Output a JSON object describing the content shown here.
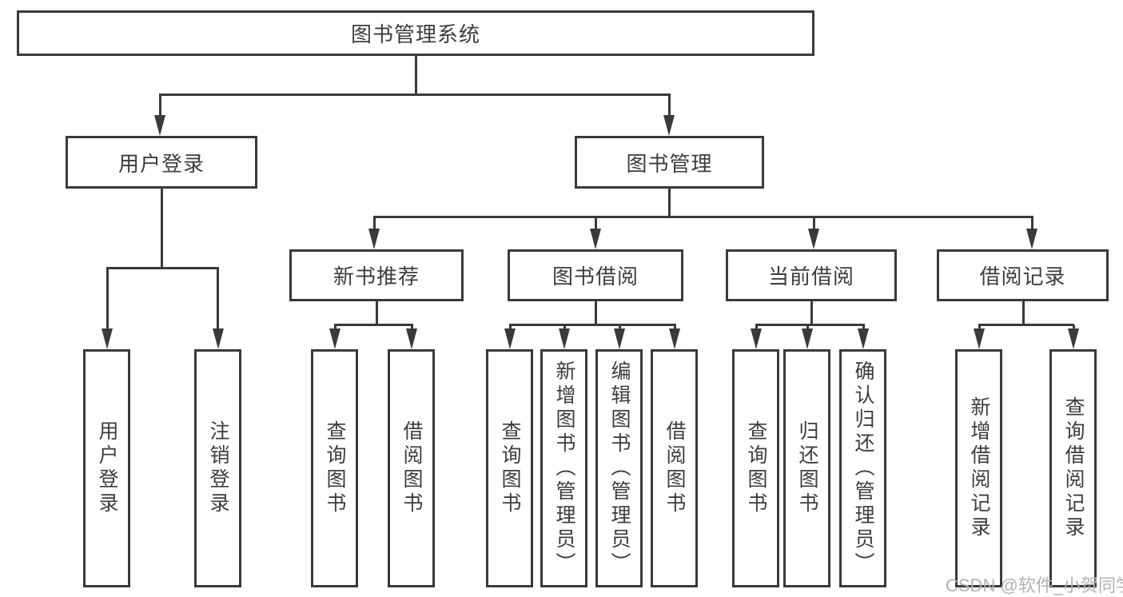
{
  "diagram": {
    "title": "图书管理系统",
    "level2": [
      "用户登录",
      "图书管理"
    ],
    "level3": [
      "新书推荐",
      "图书借阅",
      "当前借阅",
      "借阅记录"
    ],
    "leaves": [
      "用户登录",
      "注销登录",
      "查询图书",
      "借阅图书",
      "查询图书",
      "新增图书（管理员）",
      "编辑图书（管理员）",
      "借阅图书",
      "查询图书",
      "归还图书",
      "确认归还（管理员）",
      "新增借阅记录",
      "查询借阅记录"
    ],
    "watermark": "CSDN @软件_小贺同学",
    "colors": {
      "line": "#3a3a3a",
      "text": "#3d3d3d",
      "watermark": "#b3b3b3",
      "background": "#ffffff"
    }
  }
}
